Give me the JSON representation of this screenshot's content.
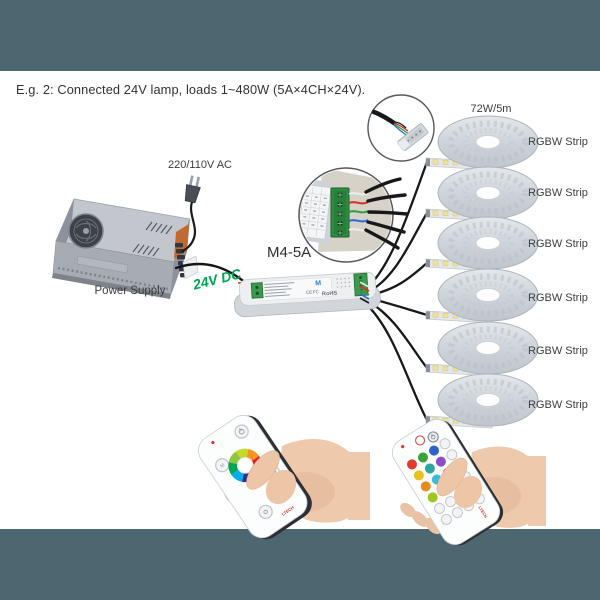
{
  "window": {
    "top_bar_color": "#4c6770",
    "bottom_bar_color": "#4c6770",
    "background": "#ffffff"
  },
  "title": {
    "text": "E.g. 2: Connected 24V lamp, loads 1~480W (5A×4CH×24V)."
  },
  "power_supply": {
    "label": "Power Supply",
    "ac_label": "220/110V AC"
  },
  "dc_wire": {
    "label": "24V DC",
    "label_color": "#00a651"
  },
  "controller": {
    "model": "M4-5A",
    "rohs": "RoHS",
    "ce": "CE",
    "fcc": "FC",
    "logo": "M"
  },
  "strips": {
    "power_label": "72W/5m",
    "items": [
      {
        "label": "RGBW Strip"
      },
      {
        "label": "RGBW Strip"
      },
      {
        "label": "RGBW Strip"
      },
      {
        "label": "RGBW Strip"
      },
      {
        "label": "RGBW Strip"
      },
      {
        "label": "RGBW Strip"
      }
    ]
  },
  "remotes": {
    "brand": "LTECH"
  },
  "colors": {
    "wire_black": "#17181a",
    "wire_red": "#d63226",
    "wire_green": "#2f9e44",
    "wire_blue": "#2f6bd8",
    "terminal_green": "#2f8f44",
    "psu_terminal_orange": "#c06a32",
    "accent_green": "#00a651"
  }
}
